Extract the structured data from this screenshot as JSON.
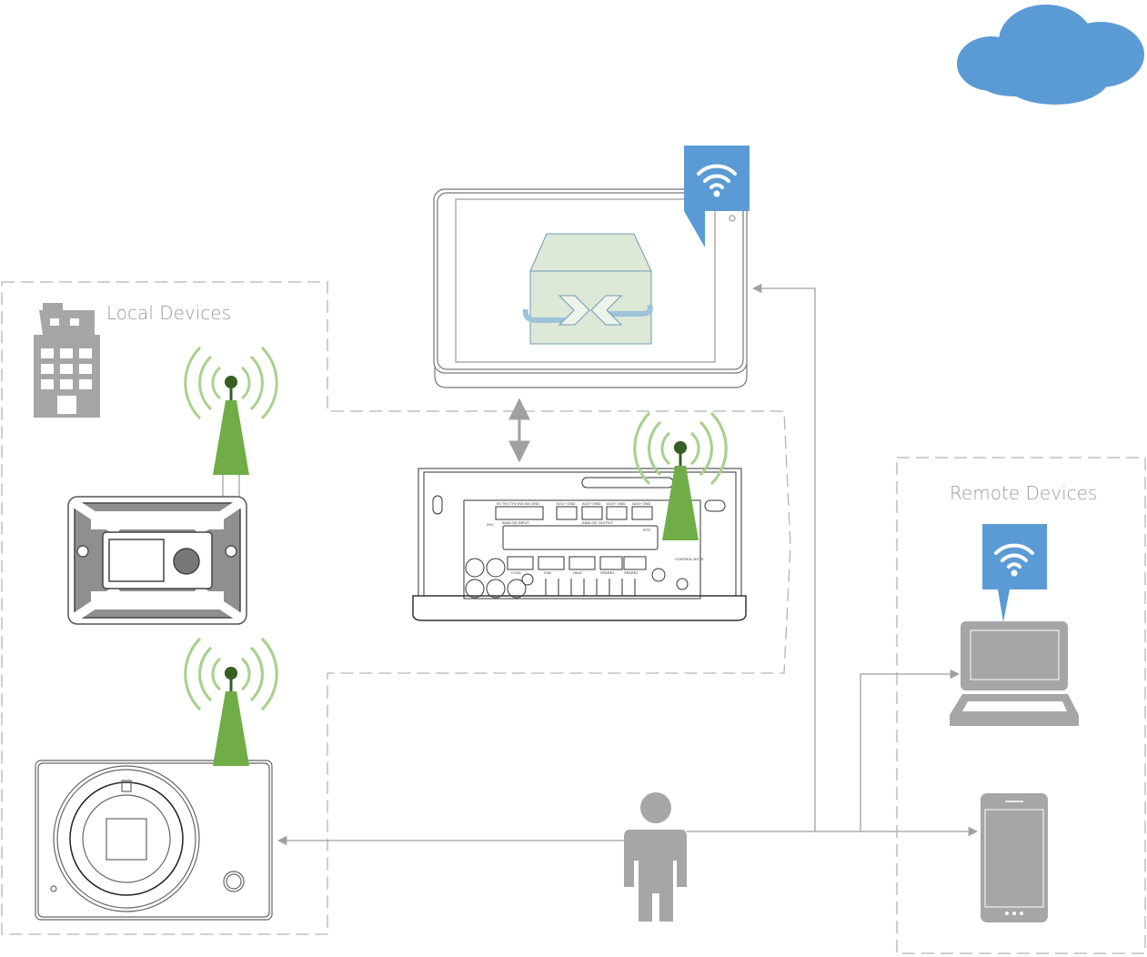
{
  "diagram": {
    "groups": {
      "local": {
        "label": "Local Devices"
      },
      "remote": {
        "label": "Remote Devices"
      }
    },
    "board_labels": {
      "analog_input_pins": "5V TH1 TH2 IN3 IN4 GND",
      "analog_input": "ANALOG INPUT",
      "analog_output": "ANALOG OUTPUT",
      "ao_pins": [
        "AO1+ GND",
        "AO2+ GND",
        "AO3+ GND",
        "AO4+ GND"
      ],
      "power": "24V",
      "rts": "RTS",
      "relays": [
        "COOL",
        "FAN",
        "HEAT",
        "SPARE1",
        "SPARE2"
      ],
      "control_note": "CONTROL NOTE"
    },
    "colors": {
      "accent_blue": "#5b9bd5",
      "antenna_green": "#70ad47",
      "antenna_dark": "#375e23",
      "signal_light": "#a9d18e",
      "icon_gray": "#a6a6a6",
      "line_gray": "#a0a0a0",
      "dash_gray": "#b4b4b4",
      "bms_fill": "#dde8d6",
      "bms_stroke": "#6f9bb8"
    }
  }
}
